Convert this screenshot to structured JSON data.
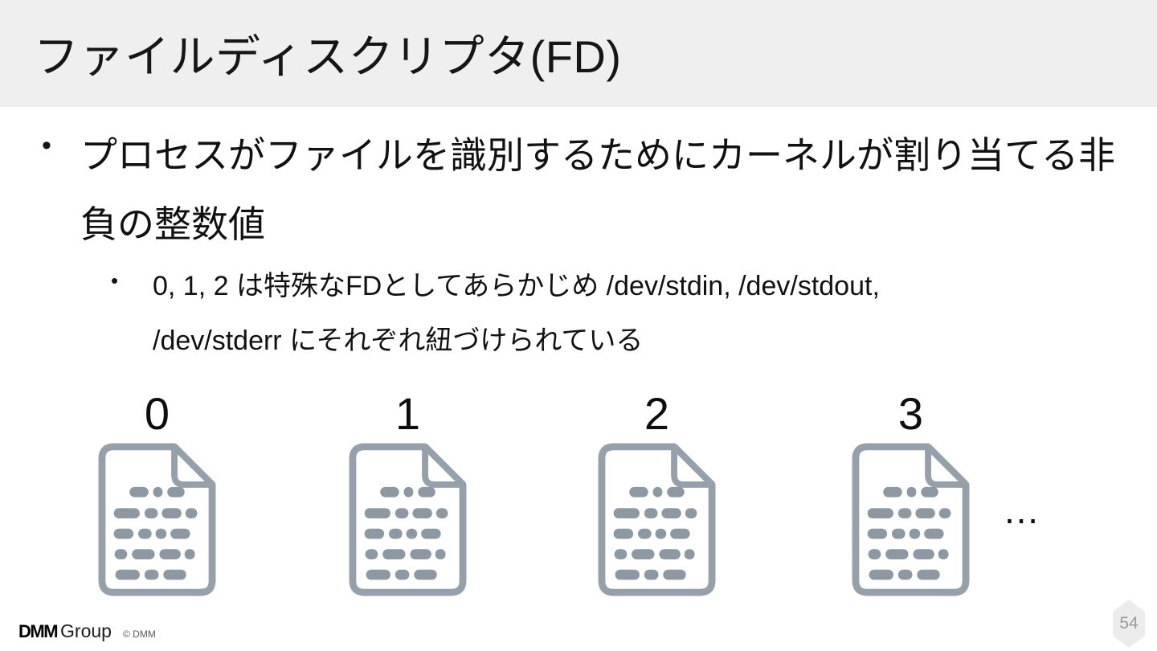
{
  "slide": {
    "title": "ファイルディスクリプタ(FD)",
    "bullet_char": "•",
    "main_bullet": {
      "lines": [
        "プロセスがファイルを識別するためにカーネルが割り当てる非",
        "負の整数値"
      ]
    },
    "sub_bullet": {
      "lines": [
        "0, 1, 2 は特殊なFDとしてあらかじめ /dev/stdin, /dev/stdout,",
        "/dev/stderr にそれぞれ紐づけられている"
      ]
    },
    "fd_items": [
      {
        "label": "0"
      },
      {
        "label": "1"
      },
      {
        "label": "2"
      },
      {
        "label": "3"
      }
    ],
    "ellipsis": "…",
    "footer": {
      "brand": "DMM",
      "brand_suffix": "Group",
      "copyright": "© DMM"
    },
    "page_number": "54"
  },
  "icons": {
    "document_icon": "document-icon"
  },
  "colors": {
    "header_bg": "#efefef",
    "body_bg": "#ffffff",
    "title_text": "#161616",
    "body_text": "#111111",
    "icon_outline": "#96a0aa",
    "icon_text_lines": "#8d98a3",
    "badge_bg": "#ececec",
    "page_number_text": "#9b9b9b"
  }
}
